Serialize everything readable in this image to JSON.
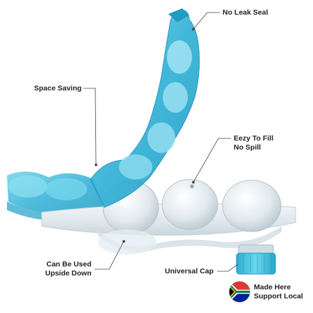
{
  "callouts": {
    "leak_seal": "No Leak Seal",
    "space_saving": "Space Saving",
    "easy_fill_line1": "Eezy To Fill",
    "easy_fill_line2": "No Spill",
    "upside_line1": "Can Be Used",
    "upside_line2": "Upside Down",
    "universal_cap": "Universal Cap"
  },
  "badge": {
    "line1": "Made Here",
    "line2": "Support Local",
    "icon": "south-africa-flag-icon"
  },
  "colors": {
    "blue_tray": "#38b6d8",
    "clear_tray": "#dfe9ee",
    "cap": "#3fc3dd"
  }
}
